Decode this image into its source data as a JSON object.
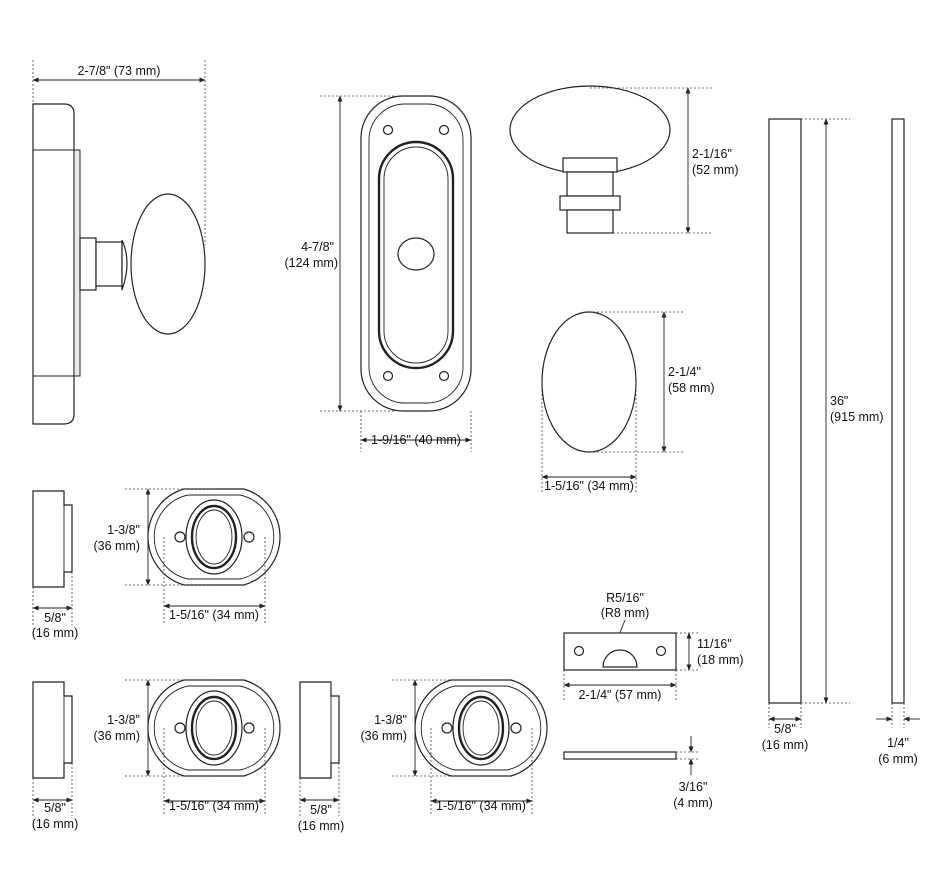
{
  "dimensions": {
    "mount_width": "2-7/8\" (73 mm)",
    "plate_height_in": "4-7/8\"",
    "plate_height_mm": "(124 mm)",
    "plate_width": "1-9/16\" (40 mm)",
    "knob_side_in": "2-1/16\"",
    "knob_side_mm": "(52 mm)",
    "knob_front_h_in": "2-1/4\"",
    "knob_front_h_mm": "(58 mm)",
    "knob_front_w": "1-5/16\" (34 mm)",
    "rose_h_in": "1-3/8\"",
    "rose_h_mm": "(36 mm)",
    "rose_w": "1-5/16\" (34 mm)",
    "rose_depth_in": "5/8\"",
    "rose_depth_mm": "(16 mm)",
    "strike_radius_in": "R5/16\"",
    "strike_radius_mm": "(R8 mm)",
    "strike_h_in": "11/16\"",
    "strike_h_mm": "(18 mm)",
    "strike_w": "2-1/4\" (57 mm)",
    "strike_thk_in": "3/16\"",
    "strike_thk_mm": "(4 mm)",
    "rail_len_in": "36\"",
    "rail_len_mm": "(915 mm)",
    "rail_w_in": "5/8\"",
    "rail_w_mm": "(16 mm)",
    "rod_w_in": "1/4\"",
    "rod_w_mm": "(6 mm)"
  }
}
